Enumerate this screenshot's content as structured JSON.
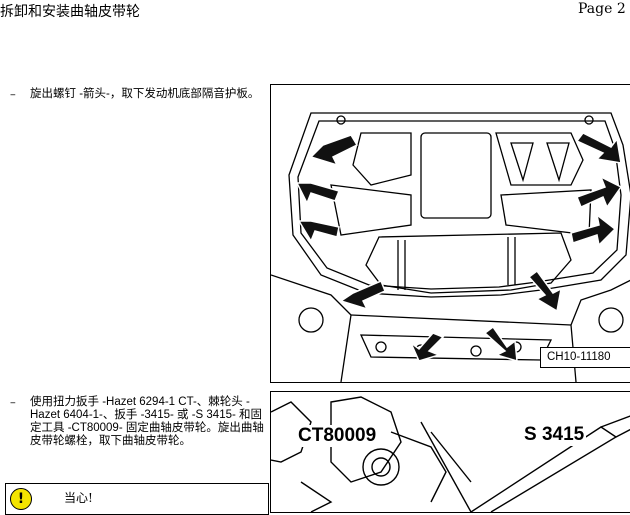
{
  "header": {
    "title": "拆卸和安装曲轴皮带轮",
    "page": "Page 2 o"
  },
  "steps": [
    {
      "bullet": "–",
      "text": "旋出螺钉 -箭头-，取下发动机底部隔音护板。"
    },
    {
      "bullet": "–",
      "text": "使用扭力扳手 -Hazet 6294-1 CT-、棘轮头 -Hazet 6404-1-、扳手 -3415- 或 -S 3415- 和固定工具 -CT80009- 固定曲轴皮带轮。旋出曲轴皮带轮螺栓，取下曲轴皮带轮。"
    }
  ],
  "figure1": {
    "code": "CH10-11180"
  },
  "figure2": {
    "label_tool_a": "CT80009",
    "label_tool_b": "S 3415"
  },
  "note": {
    "label": "当心!",
    "icon": "warning-icon"
  }
}
